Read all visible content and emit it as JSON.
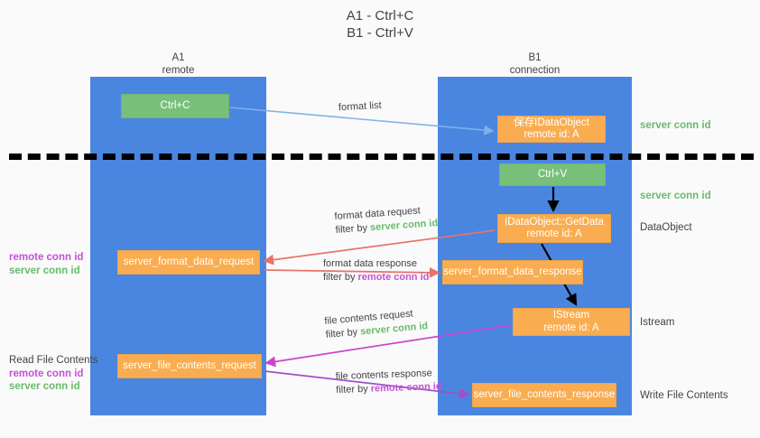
{
  "title": {
    "line1": "A1 - Ctrl+C",
    "line2": "B1 - Ctrl+V"
  },
  "lanes": [
    {
      "id": "a1",
      "name": "A1",
      "sub": "remote",
      "color": "#4a86e0"
    },
    {
      "id": "b1",
      "name": "B1",
      "sub": "connection",
      "color": "#4a86e0"
    }
  ],
  "colors": {
    "lane_blue": "#4a86e0",
    "node_green": "#78c07a",
    "node_orange": "#f9ad50",
    "remote_conn_id": "#c452d6",
    "server_conn_id": "#68bb6c",
    "arrow_blue": "#7fb2e8",
    "arrow_red": "#e8726a",
    "arrow_magenta": "#cc44cc",
    "arrow_purple": "#a050c8",
    "arrow_black": "#000000",
    "background": "#fafafa",
    "text": "#434343"
  },
  "nodes": {
    "ctrl_c": {
      "label": "Ctrl+C",
      "sub": "",
      "kind": "green"
    },
    "save_idataobject": {
      "label": "保存IDataObject",
      "sub": "remote id: A",
      "kind": "orange"
    },
    "ctrl_v": {
      "label": "Ctrl+V",
      "sub": "",
      "kind": "green"
    },
    "getdata": {
      "label": "IDataObject::GetData",
      "sub": "remote id: A",
      "kind": "orange"
    },
    "format_data_request": {
      "label": "server_format_data_request",
      "sub": "",
      "kind": "orange"
    },
    "format_data_response": {
      "label": "server_format_data_response",
      "sub": "",
      "kind": "orange"
    },
    "istream": {
      "label": "IStream",
      "sub": "remote id: A",
      "kind": "orange"
    },
    "file_contents_request": {
      "label": "server_file_contents_request",
      "sub": "",
      "kind": "orange"
    },
    "file_contents_response": {
      "label": "server_file_contents_response",
      "sub": "",
      "kind": "orange"
    }
  },
  "edge_labels": {
    "format_list": {
      "line1": "format list",
      "line2": "",
      "filter_prefix": "",
      "filter_value": ""
    },
    "format_data_request": {
      "line1": "format data request",
      "filter_prefix": "filter by ",
      "filter_value": "server conn id",
      "filter_color": "green"
    },
    "format_data_response": {
      "line1": "format data response",
      "filter_prefix": "filter by ",
      "filter_value": "remote conn id",
      "filter_color": "magenta"
    },
    "file_contents_request": {
      "line1": "file contents request",
      "filter_prefix": "filter by ",
      "filter_value": "server conn id",
      "filter_color": "green"
    },
    "file_contents_response": {
      "line1": "file contents response",
      "filter_prefix": "filter by ",
      "filter_value": "remote conn id",
      "filter_color": "magenta"
    }
  },
  "side_labels": {
    "server_conn_id_top": "server conn id",
    "server_conn_id_mid": "server conn id",
    "dataobject": "DataObject",
    "istream": "Istream",
    "write_file_contents": "Write File Contents"
  },
  "left_labels": {
    "format_data": {
      "heading": "",
      "remote": "remote conn id",
      "server": "server conn id"
    },
    "file_contents": {
      "heading": "Read File Contents",
      "remote": "remote conn id",
      "server": "server conn id"
    }
  }
}
